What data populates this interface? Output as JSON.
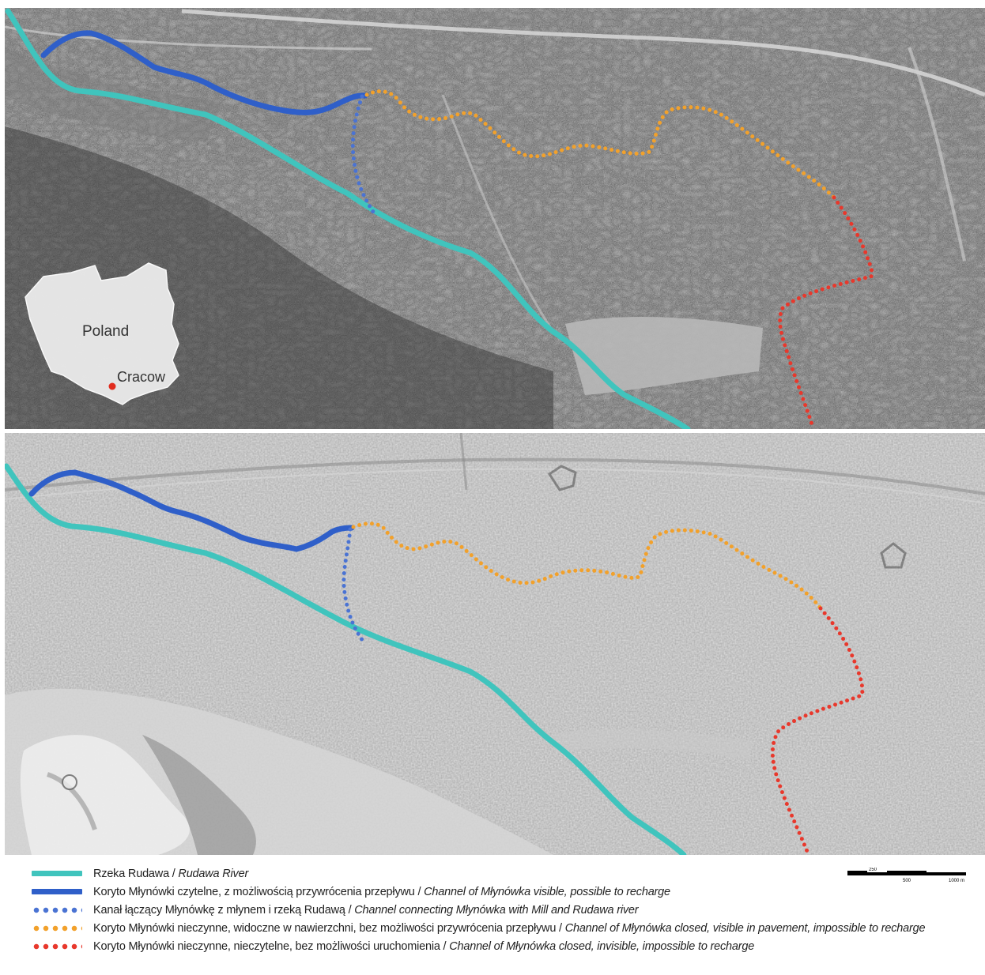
{
  "inset": {
    "country_label": "Poland",
    "city_label": "Cracow"
  },
  "colors": {
    "rudawa": "#40c4bd",
    "visible_channel": "#2f5fc9",
    "connecting_channel": "#4a73d3",
    "closed_visible": "#f2a12b",
    "closed_invisible": "#e8382c",
    "cracow_marker": "#e12c1e"
  },
  "legend": [
    {
      "swatch": "solid",
      "color_key": "rudawa",
      "pl": "Rzeka Rudawa / ",
      "en": "Rudawa River"
    },
    {
      "swatch": "solid",
      "color_key": "visible_channel",
      "pl": "Koryto Młynówki czytelne, z możliwością przywrócenia przepływu / ",
      "en": "Channel of Młynówka visible, possible to recharge"
    },
    {
      "swatch": "dots",
      "color_key": "connecting_channel",
      "pl": "Kanał łączący Młynówkę z młynem i rzeką Rudawą / ",
      "en": "Channel connecting Młynówka with Mill and Rudawa river"
    },
    {
      "swatch": "dots",
      "color_key": "closed_visible",
      "pl": "Koryto Młynówki nieczynne, widoczne w nawierzchni, bez możliwości przywrócenia przepływu / ",
      "en": "Channel of Młynówka closed, visible in pavement, impossible to recharge"
    },
    {
      "swatch": "dots",
      "color_key": "closed_invisible",
      "pl": "Koryto Młynówki nieczynne, nieczytelne, bez możliwości uruchomienia / ",
      "en": "Channel of Młynówka closed, invisible, impossible to recharge"
    }
  ],
  "scale_bar": {
    "labels": [
      "250",
      "500",
      "1000 m"
    ]
  }
}
